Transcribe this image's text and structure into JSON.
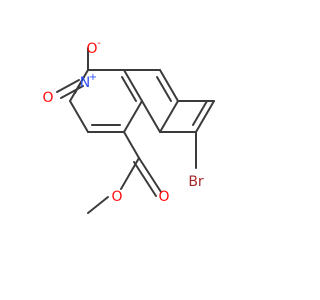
{
  "molecule": {
    "atoms": {
      "nitro_oxygen_top": {
        "symbol": "O",
        "charge": "-",
        "color": "#ff0d0d"
      },
      "nitro_oxygen_left": {
        "symbol": "O",
        "color": "#ff0d0d"
      },
      "nitro_nitrogen": {
        "symbol": "N",
        "charge": "+",
        "color": "#3050f8"
      },
      "bromine": {
        "symbol": "Br",
        "color": "#a62929"
      },
      "ester_oxygen_single": {
        "symbol": "O",
        "color": "#ff0d0d"
      },
      "ester_oxygen_double": {
        "symbol": "O",
        "color": "#ff0d0d"
      }
    },
    "bond_color": "#3b3b3b"
  }
}
